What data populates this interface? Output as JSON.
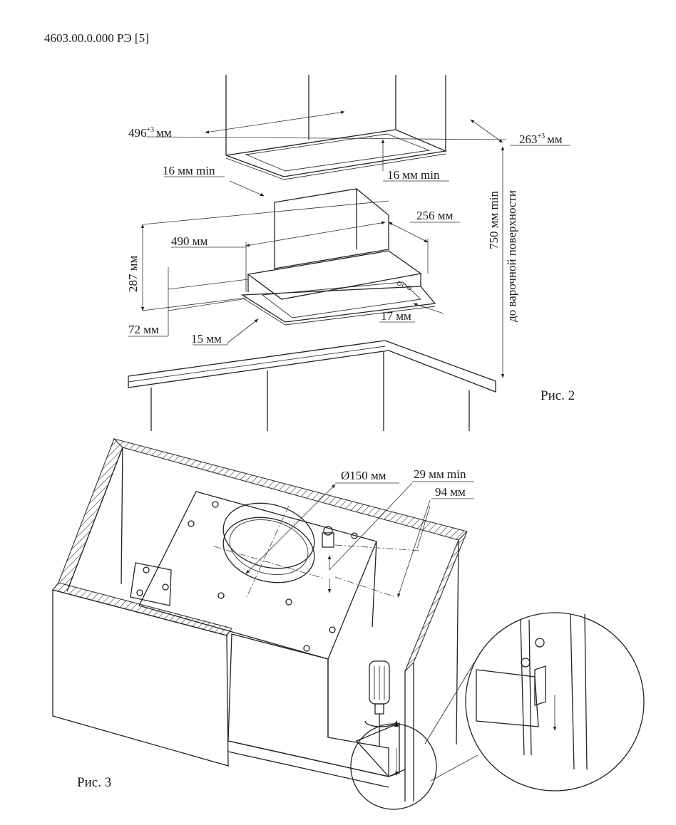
{
  "header": {
    "doc_code": "4603.00.0.000 РЭ [5]"
  },
  "fig2": {
    "caption": "Рис. 2",
    "dims": {
      "cab_width_base": "496",
      "cab_width_sup": "+3",
      "cab_width_unit": "мм",
      "cab_depth_base": "263",
      "cab_depth_sup": "+3",
      "cab_depth_unit": "мм",
      "gap_left": "16 мм min",
      "gap_right": "16 мм min",
      "hood_depth": "256 мм",
      "hood_width": "490 мм",
      "hood_height": "287 мм",
      "lip_height": "72 мм",
      "lip_left": "15 мм",
      "lip_right": "17 мм",
      "clearance_line1": "750 мм min",
      "clearance_line2": "до варочной поверхности"
    }
  },
  "fig3": {
    "caption": "Рис. 3",
    "dims": {
      "duct_diameter": "Ø150 мм",
      "top_gap": "29 мм min",
      "offset": "94 мм"
    }
  }
}
